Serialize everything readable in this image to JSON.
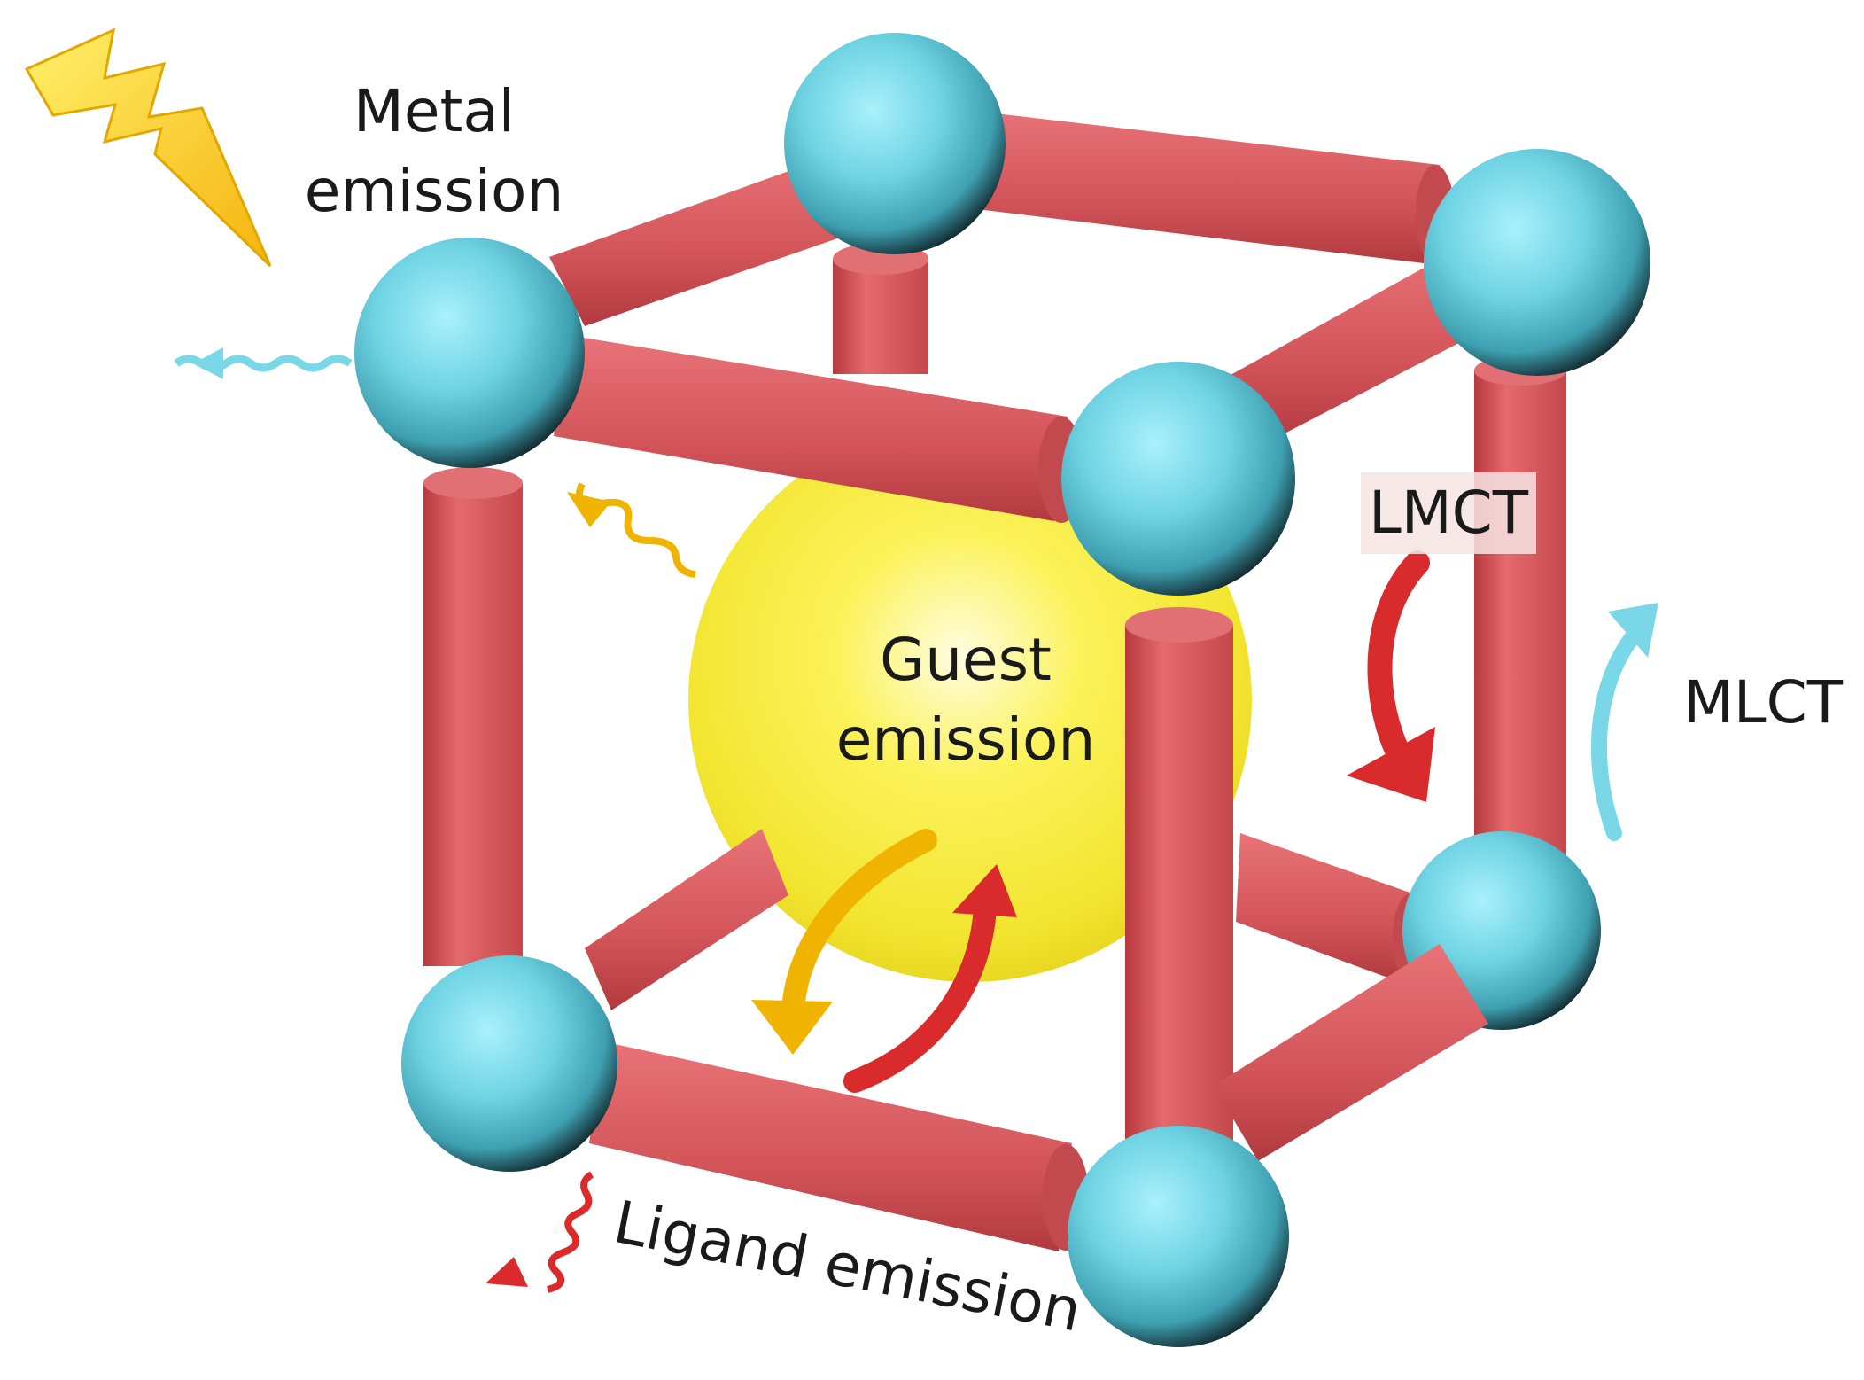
{
  "labels": {
    "metal_emission": [
      "Metal",
      "emission"
    ],
    "guest_emission": [
      "Guest",
      "emission"
    ],
    "lmct": "LMCT",
    "mlct": "MLCT",
    "ligand_emission": "Ligand emission"
  },
  "colors": {
    "metal_node": "#6fd3e3",
    "linker": "#d95b5f",
    "guest": "#f2e83a",
    "lightning": "#f5c518",
    "arrow_red": "#d92b2b",
    "arrow_yellow": "#f0b400",
    "arrow_cyan": "#7ad7e8"
  }
}
